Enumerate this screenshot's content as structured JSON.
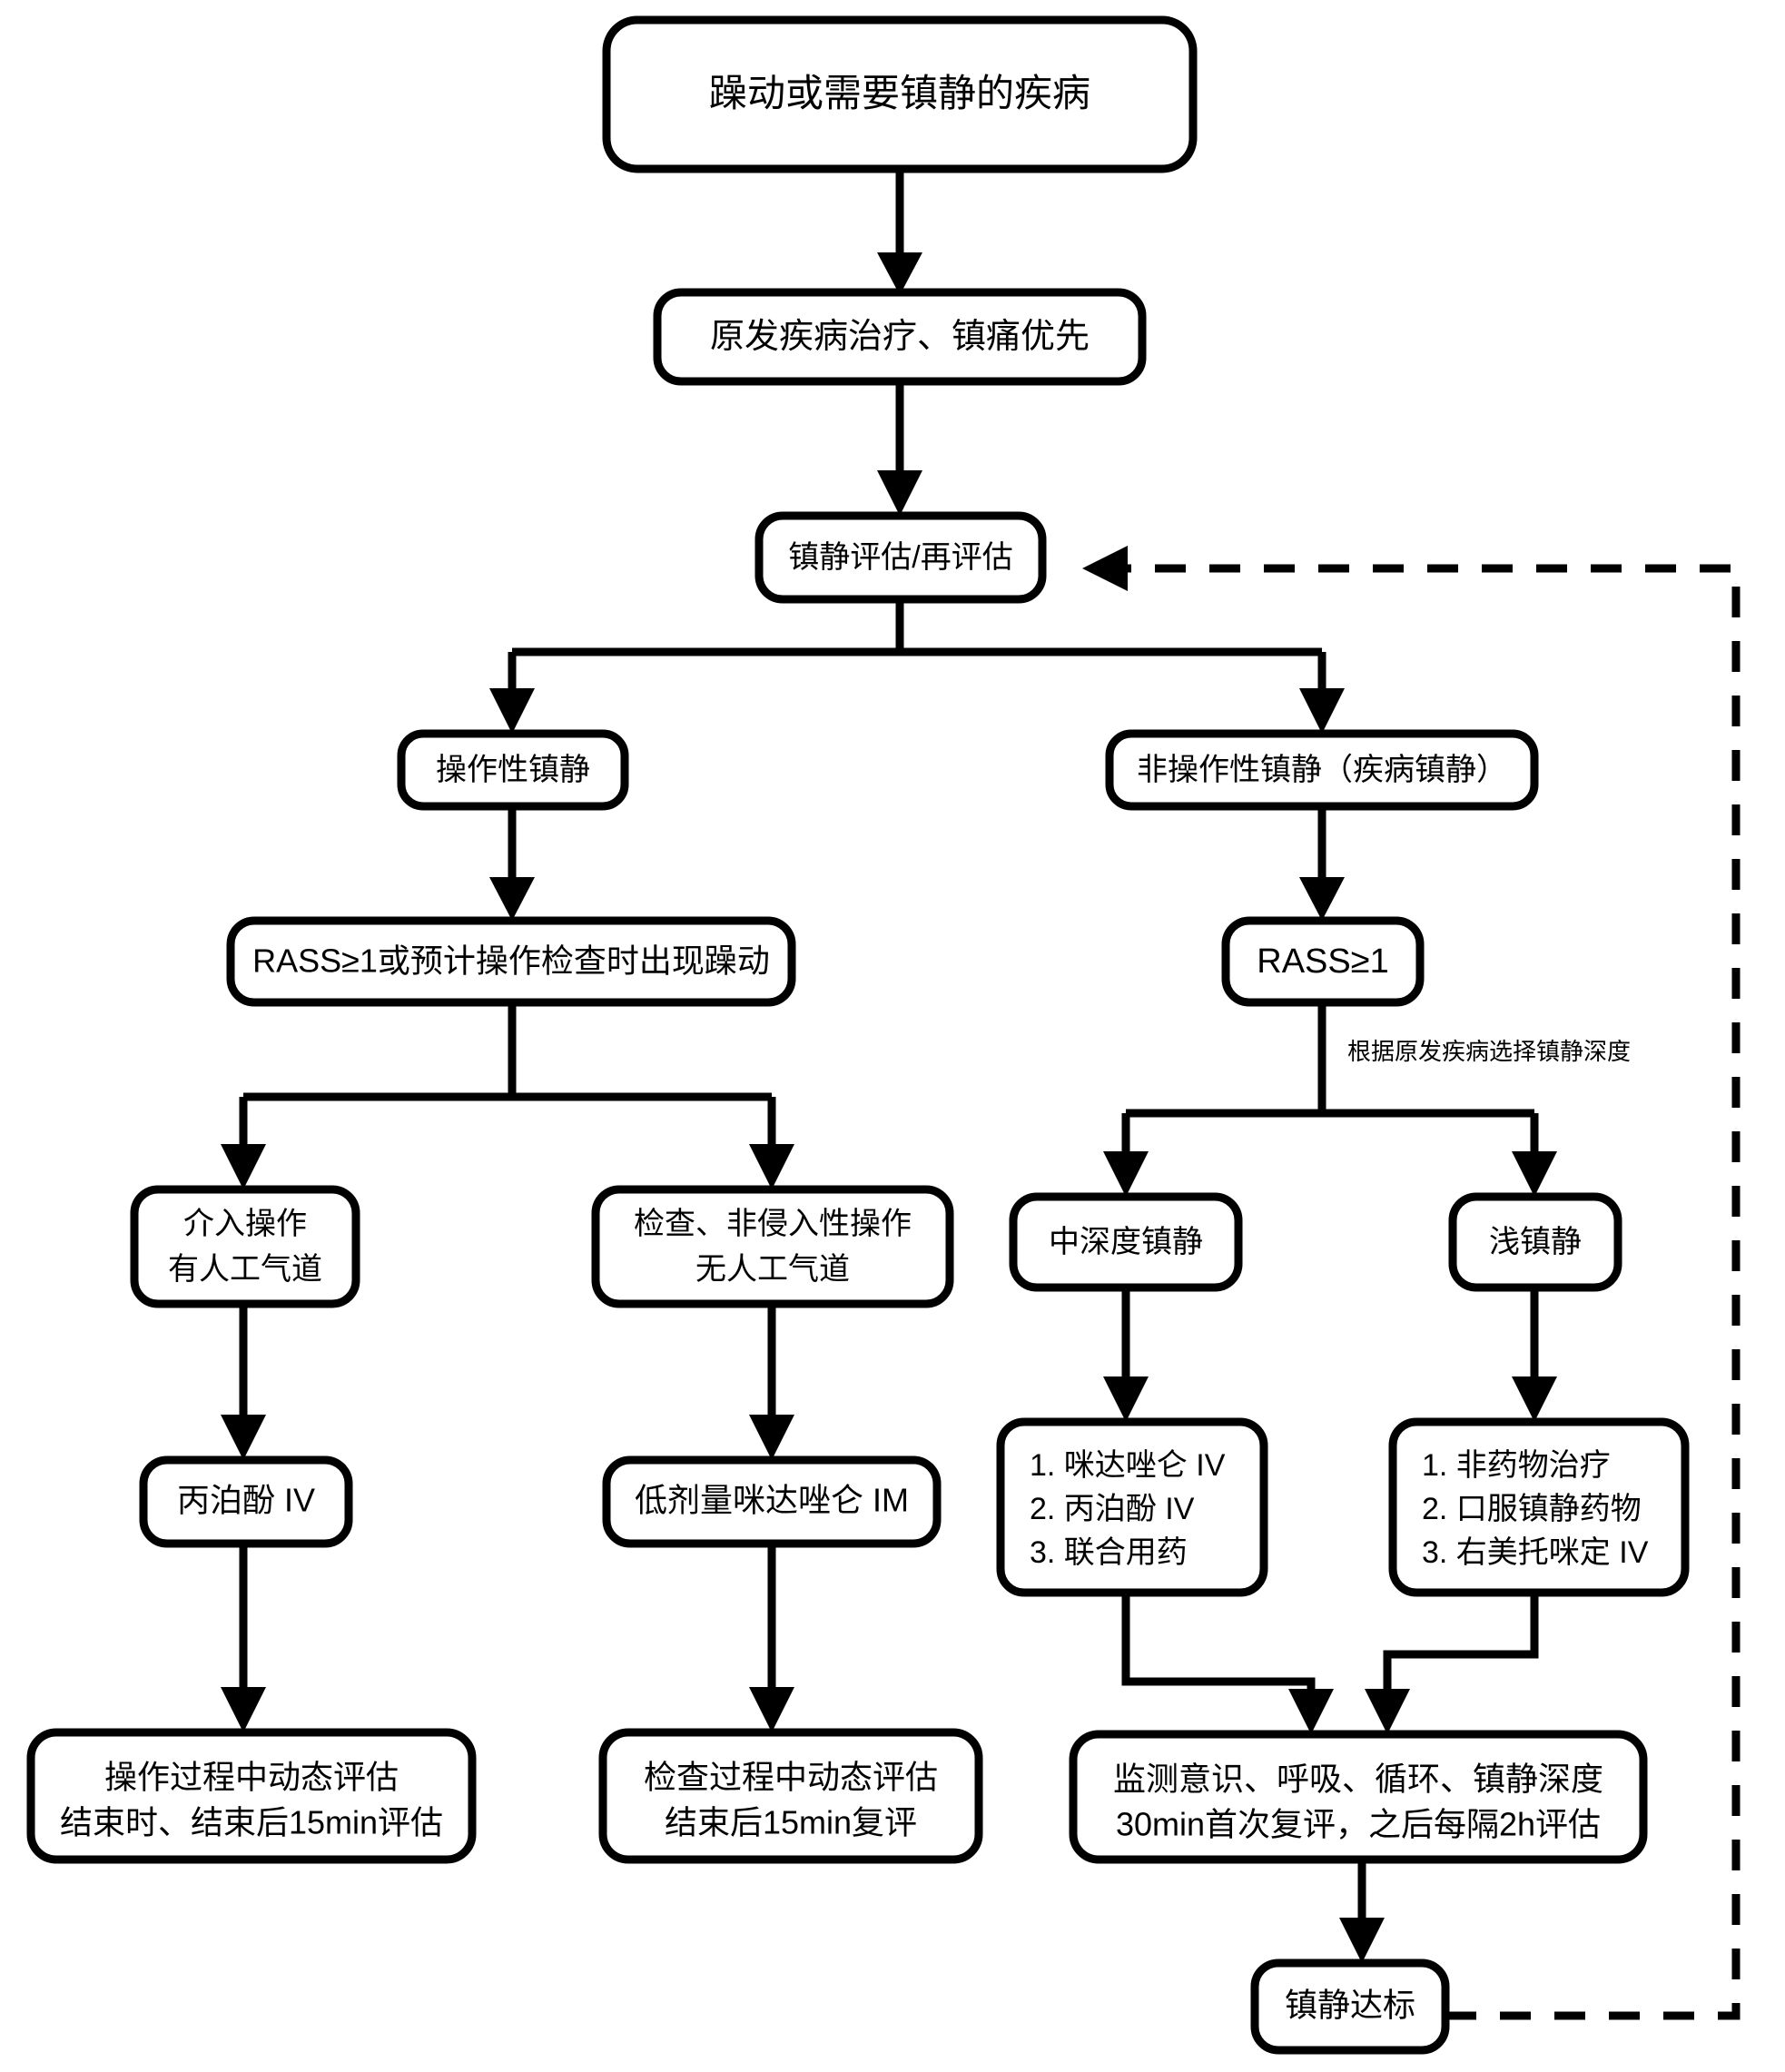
{
  "diagram": {
    "title_node": "躁动或需要镇静的疾病",
    "colors": {
      "background": "#ffffff",
      "stroke": "#000000",
      "fill": "#ffffff"
    },
    "nodes": {
      "n1": {
        "label": "躁动或需要镇静的疾病"
      },
      "n2": {
        "label": "原发疾病治疗、镇痛优先"
      },
      "n3": {
        "label": "镇静评估/再评估"
      },
      "n4": {
        "label": "操作性镇静"
      },
      "n5": {
        "label": "非操作性镇静（疾病镇静）"
      },
      "n6": {
        "label": "RASS≥1或预计操作检查时出现躁动"
      },
      "n7": {
        "label": "RASS≥1"
      },
      "n8": {
        "line1": "介入操作",
        "line2": "有人工气道"
      },
      "n9": {
        "line1": "检查、非侵入性操作",
        "line2": "无人工气道"
      },
      "n10": {
        "label": "中深度镇静"
      },
      "n11": {
        "label": "浅镇静"
      },
      "n12": {
        "label": "丙泊酚 IV"
      },
      "n13": {
        "label": "低剂量咪达唑仑 IM"
      },
      "n14": {
        "item1": "1. 咪达唑仑 IV",
        "item2": "2. 丙泊酚 IV",
        "item3": "3. 联合用药"
      },
      "n15": {
        "item1": "1. 非药物治疗",
        "item2": "2. 口服镇静药物",
        "item3": "3. 右美托咪定 IV"
      },
      "n16": {
        "line1": "操作过程中动态评估",
        "line2": "结束时、结束后15min评估"
      },
      "n17": {
        "line1": "检查过程中动态评估",
        "line2": "结束后15min复评"
      },
      "n18": {
        "line1": "监测意识、呼吸、循环、镇静深度",
        "line2": "30min首次复评，之后每隔2h评估"
      },
      "n19": {
        "label": "镇静达标"
      }
    },
    "annotations": {
      "depth_note": "根据原发疾病选择镇静深度"
    }
  }
}
